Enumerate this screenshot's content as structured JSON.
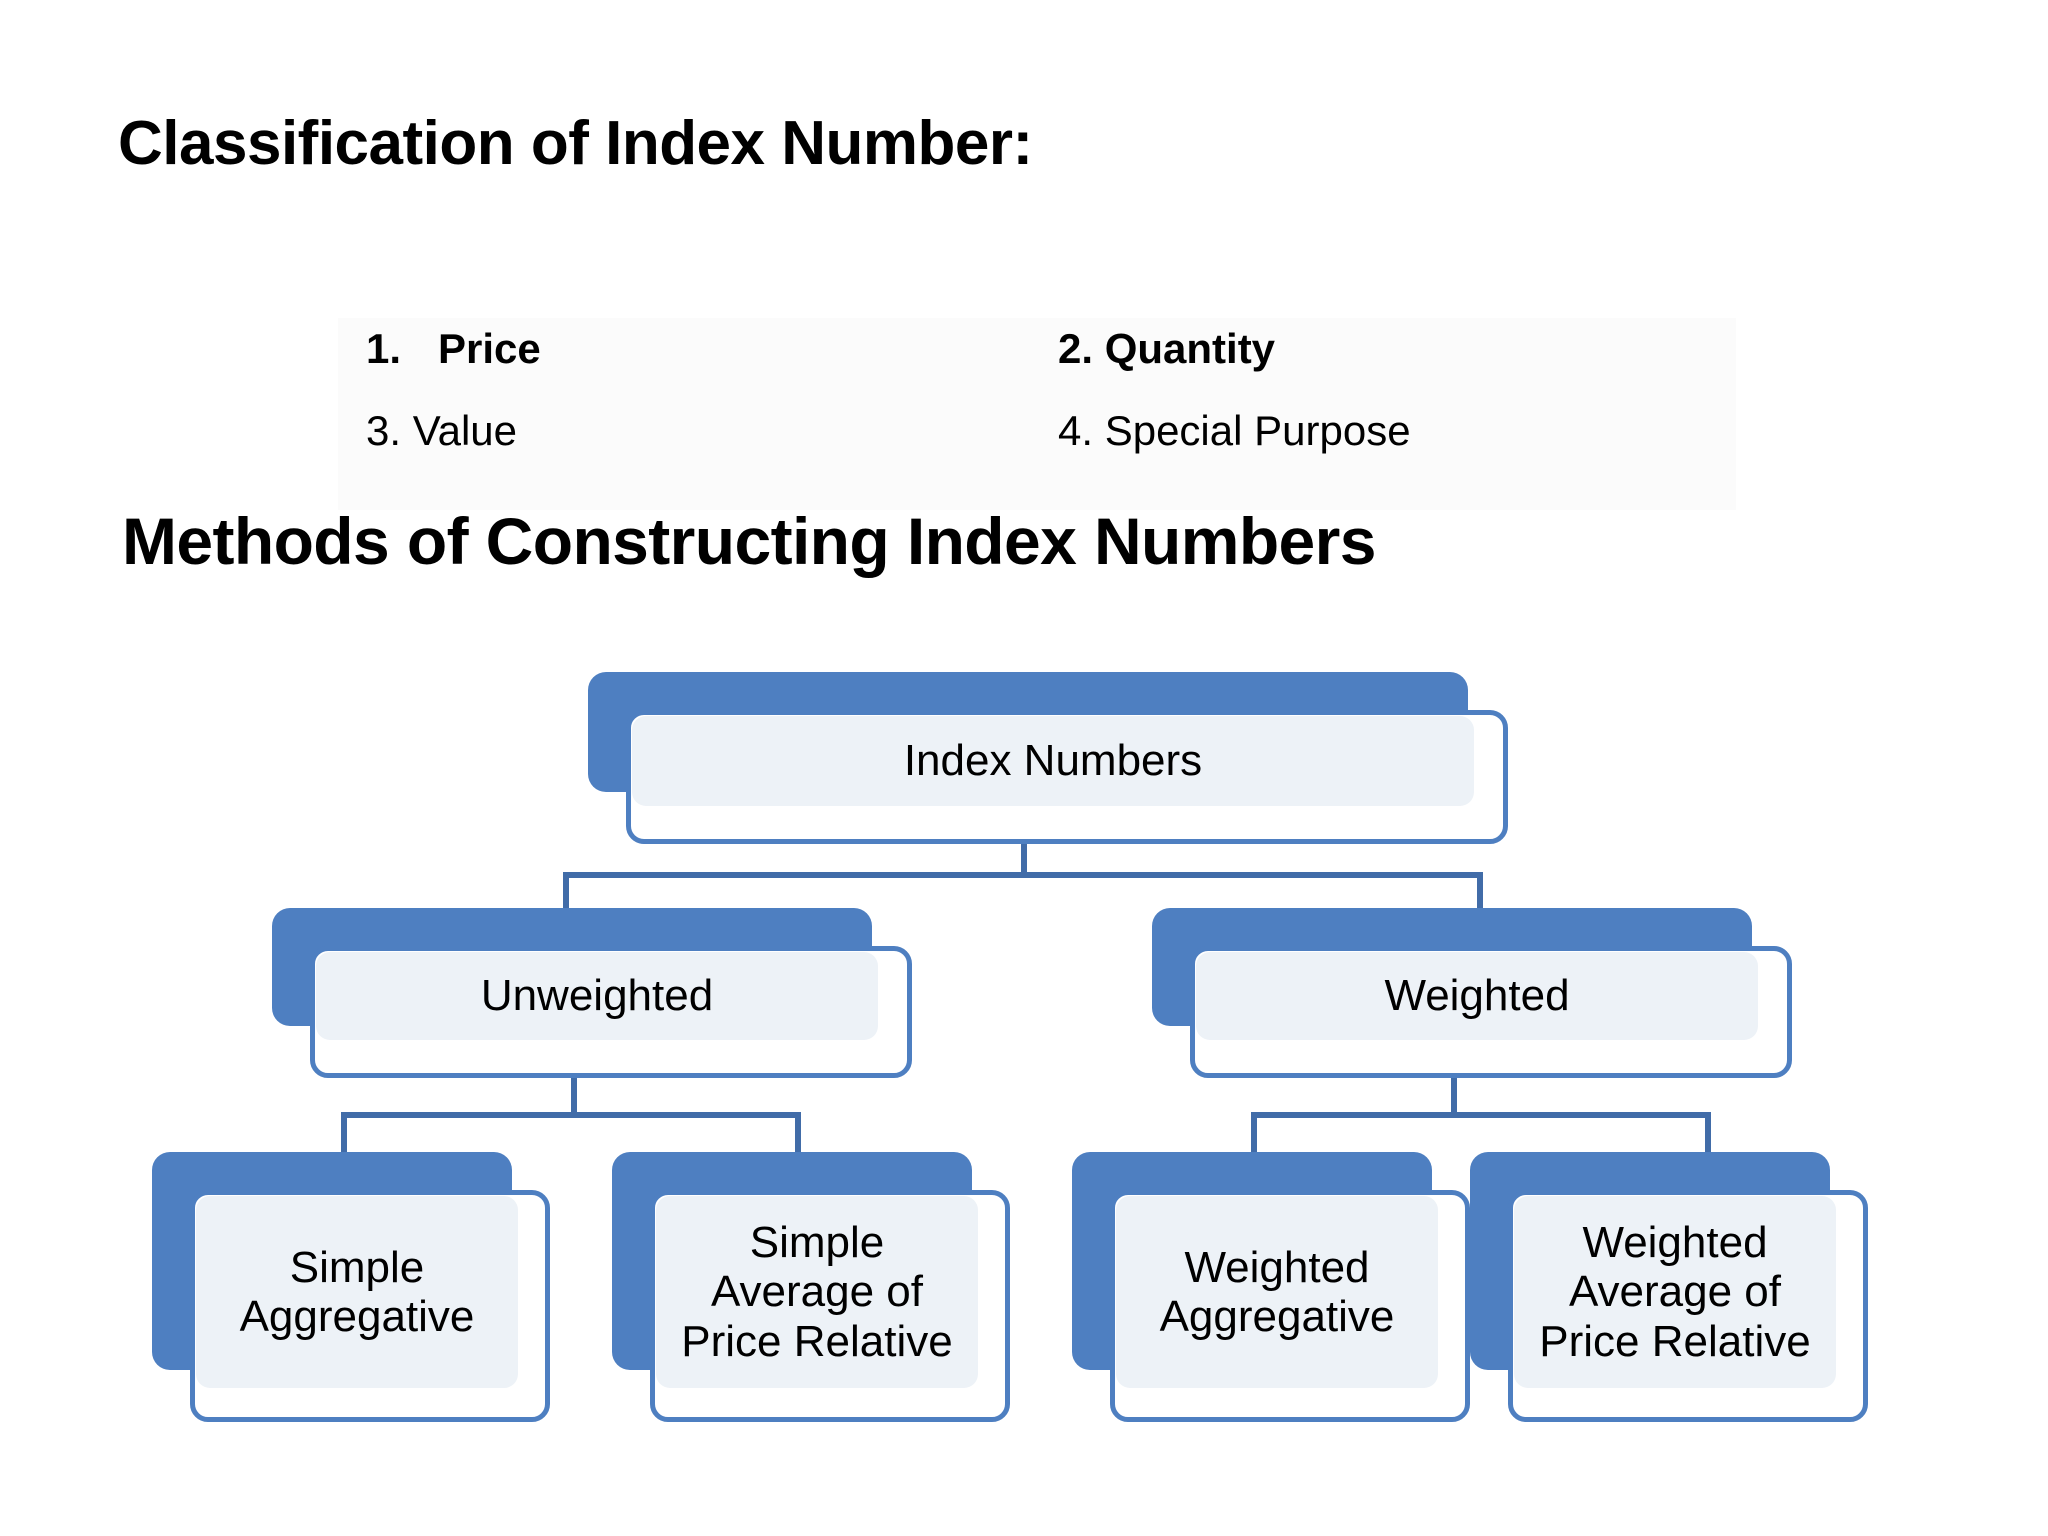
{
  "slide": {
    "title": "Classification of Index Number:",
    "section_heading": "Methods of Constructing Index Numbers"
  },
  "classification": {
    "items": [
      {
        "number": "1.",
        "label": "Price",
        "bold": true
      },
      {
        "number": "2.",
        "label": "Quantity",
        "bold": true
      },
      {
        "number": "3.",
        "label": "Value",
        "bold": false
      },
      {
        "number": "4.",
        "label": "Special Purpose",
        "bold": false
      }
    ]
  },
  "chart_data": {
    "type": "diagram",
    "title": "Methods of Constructing Index Numbers",
    "root": "Index Numbers",
    "nodes": {
      "root": {
        "label": "Index Numbers",
        "level": 1
      },
      "unweighted": {
        "label": "Unweighted",
        "level": 2,
        "parent": "Index Numbers"
      },
      "weighted": {
        "label": "Weighted",
        "level": 2,
        "parent": "Index Numbers"
      },
      "leaf1": {
        "label": "Simple Aggregative",
        "line1": "Simple",
        "line2": "Aggregative",
        "level": 3,
        "parent": "Unweighted"
      },
      "leaf2": {
        "label": "Simple Average of Price Relative",
        "line1": "Simple",
        "line2": "Average of",
        "line3": "Price Relative",
        "level": 3,
        "parent": "Unweighted"
      },
      "leaf3": {
        "label": "Weighted Aggregative",
        "line1": "Weighted",
        "line2": "Aggregative",
        "level": 3,
        "parent": "Weighted"
      },
      "leaf4": {
        "label": "Weighted Average of Price Relative",
        "line1": "Weighted",
        "line2": "Average of",
        "line3": "Price Relative",
        "level": 3,
        "parent": "Weighted"
      }
    }
  },
  "colors": {
    "accent_blue": "#4E7FC1",
    "connector_blue": "#416CA8",
    "node_fill": "#EDF2F7",
    "panel_bg": "#FBFBFB",
    "text": "#000000"
  }
}
